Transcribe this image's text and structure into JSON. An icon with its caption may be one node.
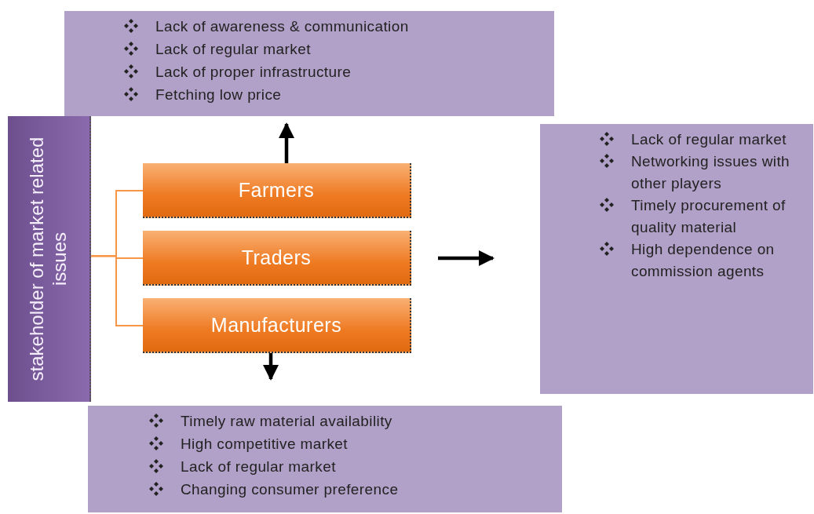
{
  "diagram": {
    "nodes": [
      {
        "text": [
          "stakeholder of market related issues"
        ]
      },
      {
        "text": [
          "Farmers"
        ]
      },
      {
        "text": [
          "Traders"
        ]
      },
      {
        "text": [
          "Manufacturers"
        ]
      },
      {
        "text": [
          "Lack of awareness & communication",
          "Lack of regular market",
          "Lack of proper infrastructure",
          "Fetching low price"
        ]
      },
      {
        "text": [
          "Lack of regular market",
          "Networking issues with other players",
          "Timely procurement of quality material",
          "High dependence on commission agents"
        ]
      },
      {
        "text": [
          "Timely raw material availability",
          "High competitive market",
          "Lack of regular market",
          "Changing consumer preference"
        ]
      }
    ],
    "edges": [
      {
        "from": 0,
        "to": 1,
        "arrow": "none",
        "color": "#f79646"
      },
      {
        "from": 0,
        "to": 2,
        "arrow": "none",
        "color": "#f79646"
      },
      {
        "from": 0,
        "to": 3,
        "arrow": "none",
        "color": "#f79646"
      },
      {
        "from": 1,
        "to": 4,
        "arrow": "to",
        "style": "thick",
        "color": "#000000"
      },
      {
        "from": 2,
        "to": 5,
        "arrow": "to",
        "style": "thick",
        "color": "#000000"
      },
      {
        "from": 3,
        "to": 6,
        "arrow": "to",
        "style": "thick",
        "color": "#000000"
      }
    ]
  }
}
